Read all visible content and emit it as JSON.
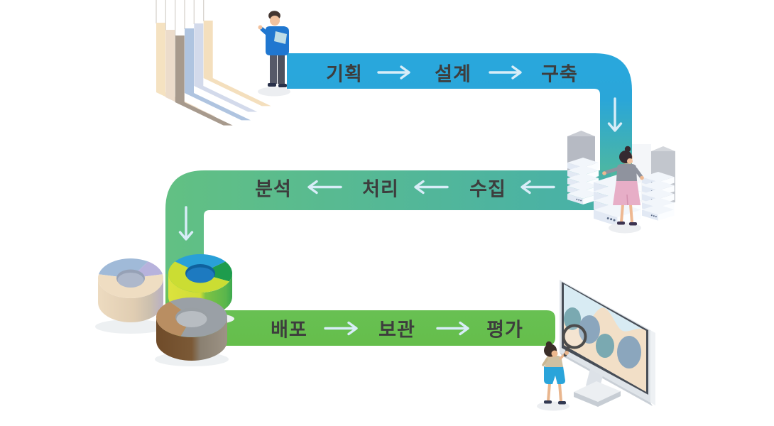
{
  "diagram": {
    "rows": [
      {
        "id": "build-phase",
        "direction": "right",
        "steps": [
          "기획",
          "설계",
          "구축"
        ]
      },
      {
        "id": "data-phase",
        "direction": "left",
        "steps": [
          "분석",
          "처리",
          "수집"
        ]
      },
      {
        "id": "use-phase",
        "direction": "right",
        "steps": [
          "배포",
          "보관",
          "평가"
        ]
      }
    ],
    "colors": {
      "band_top": "#29a7dc",
      "band_top_fade": "#54ba98",
      "band_middle": "#47b0a9",
      "band_middle_fade": "#62c083",
      "band_bottom": "#66bf4e",
      "arrow": "#d8edf8",
      "label": "#3d3d3d"
    },
    "illustrations": {
      "top_left": "isometric-color-bar-chart",
      "top_person": "presenter-with-tablet",
      "right": "server-racks-with-analyst",
      "bottom_left": "donut-charts",
      "bottom_right": "monitor-with-magnifier-person"
    }
  }
}
